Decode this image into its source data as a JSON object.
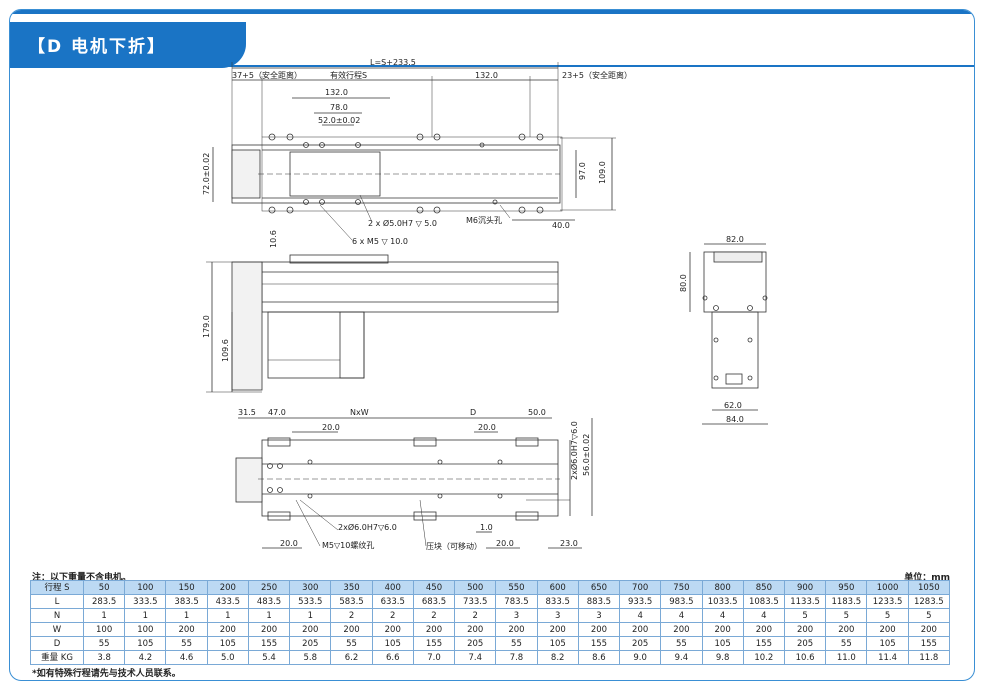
{
  "header": {
    "title": "【D 电机下折】"
  },
  "drawing": {
    "top_view": {
      "overall": "L=S+233.5",
      "left_margin": "37+5（安全距离）",
      "stroke": "有效行程S",
      "right_span": "132.0",
      "right_margin": "23+5（安全距离）",
      "d132": "132.0",
      "d78": "78.0",
      "d52": "52.0±0.02",
      "height_tol": "72.0±0.02",
      "h97": "97.0",
      "h109": "109.0",
      "w40": "40.0",
      "hole1": "2 x Ø5.0H7 ▽ 5.0",
      "hole2": "6 x  M5 ▽ 10.0",
      "m6": "M6沉头孔"
    },
    "front_view": {
      "d10_6": "10.6",
      "d179": "179.0",
      "d109_6": "109.6"
    },
    "end_view": {
      "w82": "82.0",
      "h80": "80.0",
      "w62": "62.0",
      "w84": "84.0"
    },
    "bottom_view": {
      "d31_5": "31.5",
      "d47": "47.0",
      "nxw": "NxW",
      "d": "D",
      "d50": "50.0",
      "d20a": "20.0",
      "d20b": "20.0",
      "tol_h7": "2xØ6.0H7▽6.0",
      "tol_56": "56.0±0.02",
      "d1": "1.0",
      "hole": "2xØ6.0H7▽6.0",
      "m5": "M5▽10螺纹孔",
      "clamp": "压块（可移动）",
      "d20c": "20.0",
      "d20d": "20.0",
      "d23": "23.0"
    }
  },
  "notes": {
    "left": "注：以下重量不含电机。",
    "right": "单位：mm",
    "footnote": "*如有特殊行程请先与技术人员联系。"
  },
  "table": {
    "header_label": "行程 S",
    "strokes": [
      "50",
      "100",
      "150",
      "200",
      "250",
      "300",
      "350",
      "400",
      "450",
      "500",
      "550",
      "600",
      "650",
      "700",
      "750",
      "800",
      "850",
      "900",
      "950",
      "1000",
      "1050"
    ],
    "rows": [
      {
        "label": "L",
        "values": [
          "283.5",
          "333.5",
          "383.5",
          "433.5",
          "483.5",
          "533.5",
          "583.5",
          "633.5",
          "683.5",
          "733.5",
          "783.5",
          "833.5",
          "883.5",
          "933.5",
          "983.5",
          "1033.5",
          "1083.5",
          "1133.5",
          "1183.5",
          "1233.5",
          "1283.5"
        ]
      },
      {
        "label": "N",
        "values": [
          "1",
          "1",
          "1",
          "1",
          "1",
          "1",
          "2",
          "2",
          "2",
          "2",
          "3",
          "3",
          "3",
          "4",
          "4",
          "4",
          "4",
          "5",
          "5",
          "5",
          "5"
        ]
      },
      {
        "label": "W",
        "values": [
          "100",
          "100",
          "200",
          "200",
          "200",
          "200",
          "200",
          "200",
          "200",
          "200",
          "200",
          "200",
          "200",
          "200",
          "200",
          "200",
          "200",
          "200",
          "200",
          "200",
          "200"
        ]
      },
      {
        "label": "D",
        "values": [
          "55",
          "105",
          "55",
          "105",
          "155",
          "205",
          "55",
          "105",
          "155",
          "205",
          "55",
          "105",
          "155",
          "205",
          "55",
          "105",
          "155",
          "205",
          "55",
          "105",
          "155"
        ]
      },
      {
        "label": "重量 KG",
        "values": [
          "3.8",
          "4.2",
          "4.6",
          "5.0",
          "5.4",
          "5.8",
          "6.2",
          "6.6",
          "7.0",
          "7.4",
          "7.8",
          "8.2",
          "8.6",
          "9.0",
          "9.4",
          "9.8",
          "10.2",
          "10.6",
          "11.0",
          "11.4",
          "11.8"
        ]
      }
    ]
  },
  "colors": {
    "accent": "#1a74c5",
    "table_header": "#bcd9f3"
  }
}
